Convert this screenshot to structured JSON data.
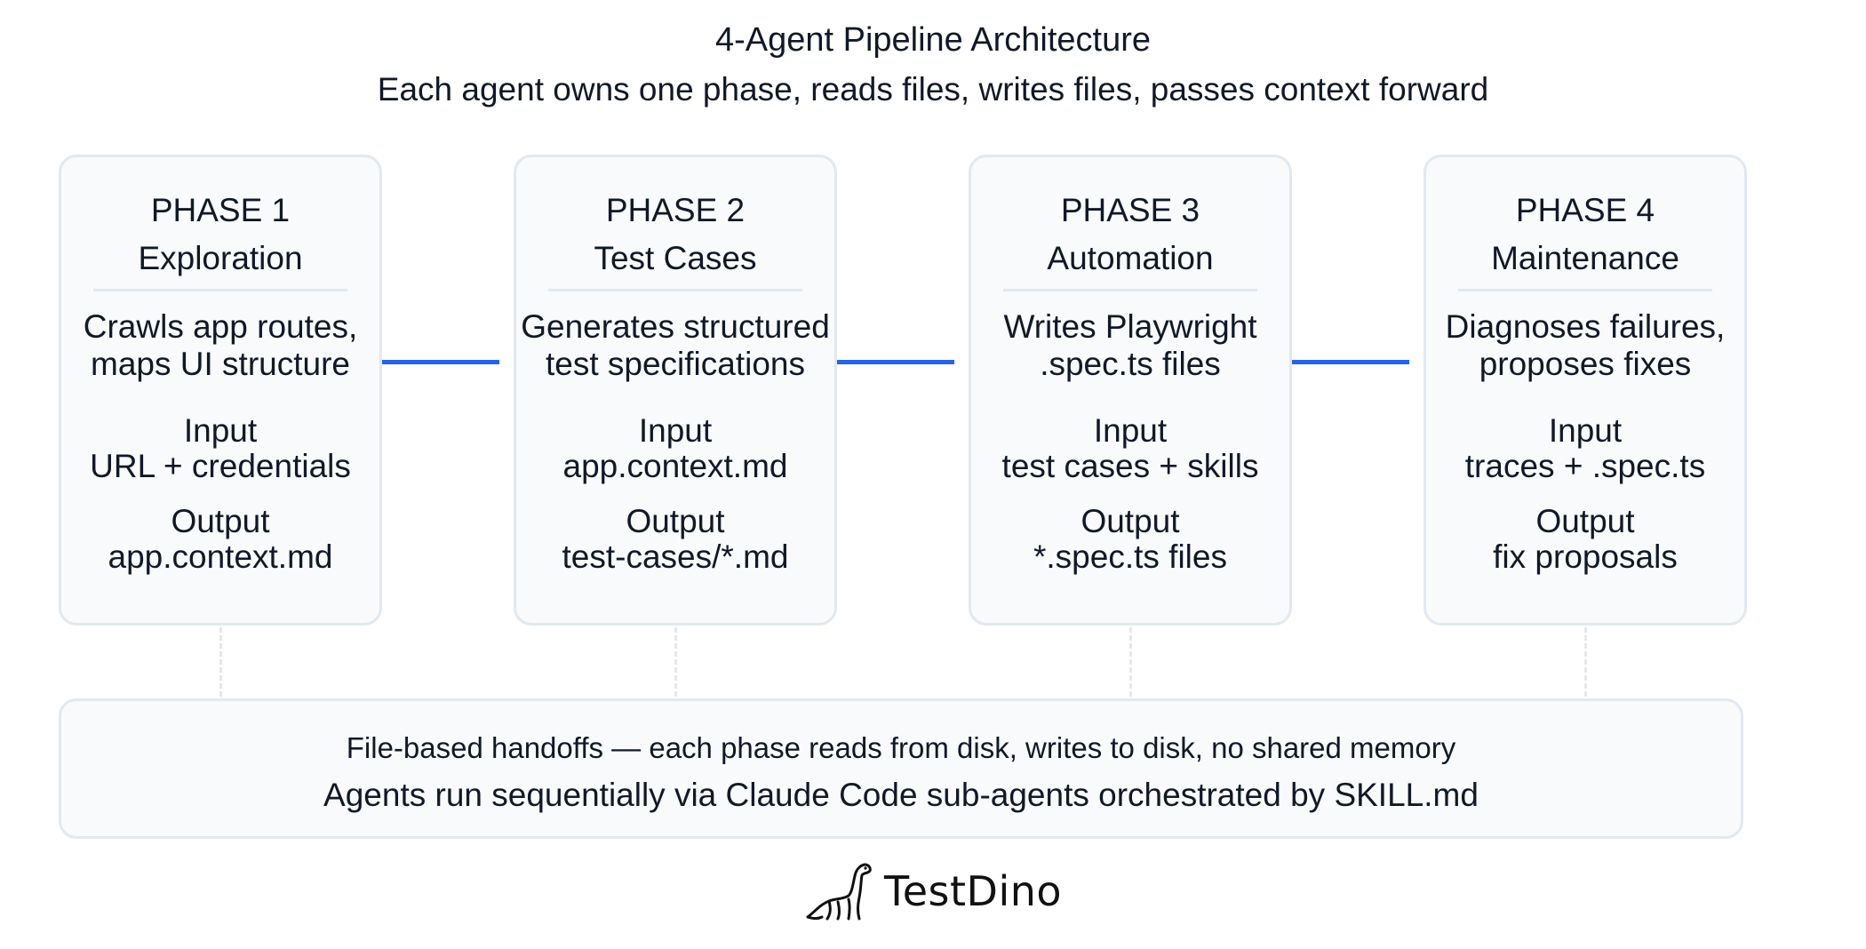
{
  "header": {
    "title": "4-Agent Pipeline Architecture",
    "subtitle": "Each agent owns one phase, reads files, writes files, passes context forward"
  },
  "phases": [
    {
      "label": "PHASE 1",
      "name": "Exploration",
      "description_lines": [
        "Crawls app routes,",
        "maps UI structure"
      ],
      "input_label": "Input",
      "input_value": "URL + credentials",
      "output_label": "Output",
      "output_value": "app.context.md"
    },
    {
      "label": "PHASE 2",
      "name": "Test Cases",
      "description_lines": [
        "Generates structured",
        "test specifications"
      ],
      "input_label": "Input",
      "input_value": "app.context.md",
      "output_label": "Output",
      "output_value": "test-cases/*.md"
    },
    {
      "label": "PHASE 3",
      "name": "Automation",
      "description_lines": [
        "Writes Playwright",
        ".spec.ts files"
      ],
      "input_label": "Input",
      "input_value": "test cases + skills",
      "output_label": "Output",
      "output_value": "*.spec.ts files"
    },
    {
      "label": "PHASE 4",
      "name": "Maintenance",
      "description_lines": [
        "Diagnoses failures,",
        "proposes fixes"
      ],
      "input_label": "Input",
      "input_value": "traces + .spec.ts",
      "output_label": "Output",
      "output_value": "fix proposals"
    }
  ],
  "footer": {
    "line1": "File-based handoffs — each phase reads from disk, writes to disk, no shared memory",
    "line2": "Agents run sequentially via Claude Code sub-agents orchestrated by SKILL.md"
  },
  "brand": {
    "name": "TestDino",
    "logo_icon": "dinosaur-icon"
  },
  "colors": {
    "connector": "#2563eb",
    "card_background": "#f8fafc",
    "card_border": "#e2e8f0"
  }
}
